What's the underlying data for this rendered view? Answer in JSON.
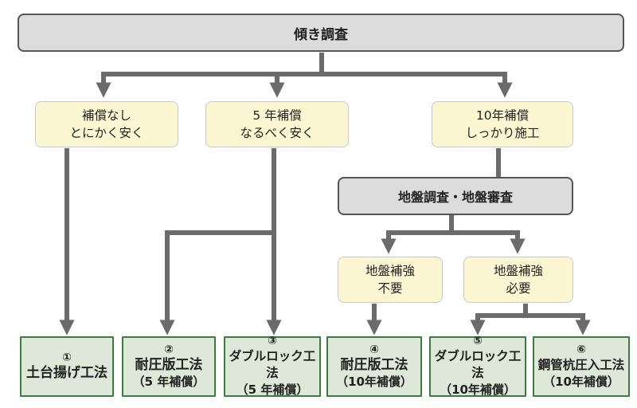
{
  "top": "傾き調査",
  "options": [
    {
      "line1": "補償なし",
      "line2": "とにかく安く"
    },
    {
      "line1": "5 年補償",
      "line2": "なるべく安く"
    },
    {
      "line1": "10年補償",
      "line2": "しっかり施工"
    }
  ],
  "survey": "地盤調査・地盤審査",
  "soil": [
    {
      "line1": "地盤補強",
      "line2": "不要"
    },
    {
      "line1": "地盤補強",
      "line2": "必要"
    }
  ],
  "methods": [
    {
      "num": "①",
      "name": "土台揚げ工法",
      "sub": ""
    },
    {
      "num": "②",
      "name": "耐圧版工法",
      "sub": "（5 年補償）"
    },
    {
      "num": "③",
      "name": "ダブルロック工法",
      "sub": "（5 年補償）"
    },
    {
      "num": "④",
      "name": "耐圧版工法",
      "sub": "（10年補償）"
    },
    {
      "num": "⑤",
      "name": "ダブルロック工法",
      "sub": "（10年補償）"
    },
    {
      "num": "⑥",
      "name": "鋼管杭圧入工法",
      "sub": "（10年補償）"
    }
  ],
  "colors": {
    "connector": "#6b6b6b",
    "gray_box": "#dcdcdc",
    "cream_box": "#fcf7d2",
    "green_box": "#dde8d8",
    "green_border": "#3f7b3f"
  }
}
